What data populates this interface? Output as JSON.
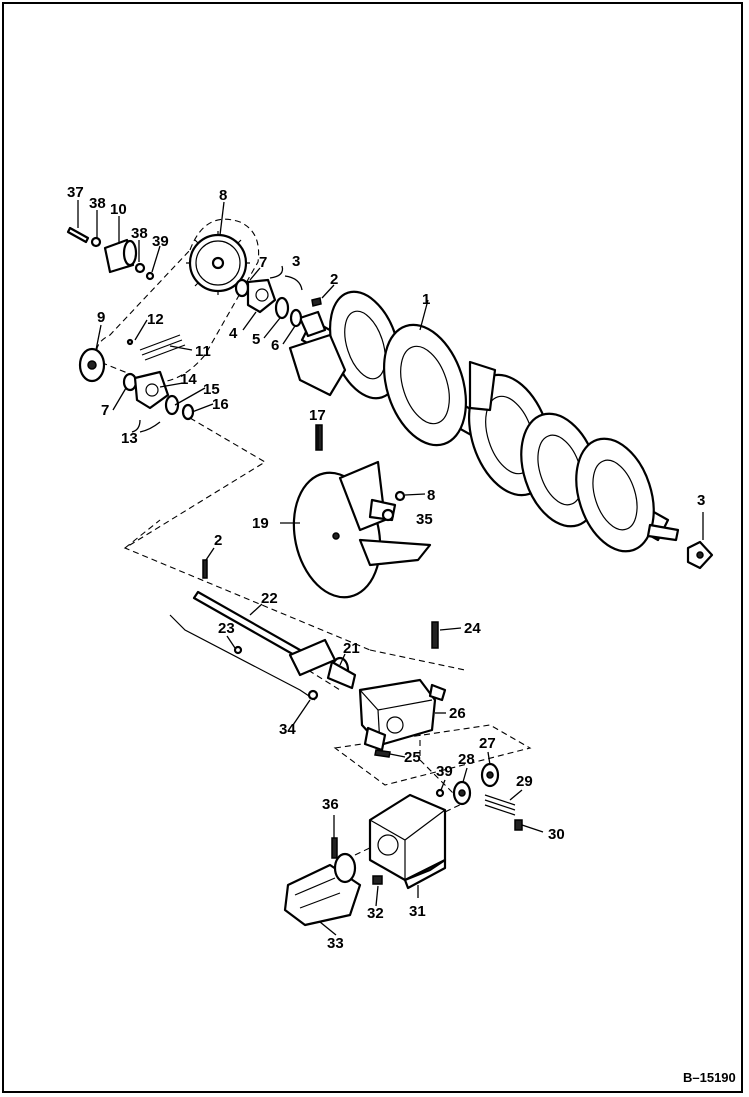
{
  "diagram": {
    "figure_id": "B–15190",
    "callouts": {
      "c1": "1",
      "c2a": "2",
      "c2b": "2",
      "c3a": "3",
      "c3b": "3",
      "c4": "4",
      "c5": "5",
      "c6": "6",
      "c7a": "7",
      "c7b": "7",
      "c8a": "8",
      "c8b": "8",
      "c9": "9",
      "c10": "10",
      "c11": "11",
      "c12": "12",
      "c13": "13",
      "c14": "14",
      "c15": "15",
      "c16": "16",
      "c17": "17",
      "c19": "19",
      "c21": "21",
      "c22": "22",
      "c23": "23",
      "c24": "24",
      "c25": "25",
      "c26": "26",
      "c27": "27",
      "c28": "28",
      "c29": "29",
      "c30": "30",
      "c31": "31",
      "c32": "32",
      "c33": "33",
      "c34": "34",
      "c35": "35",
      "c36": "36",
      "c37": "37",
      "c38a": "38",
      "c38b": "38",
      "c39a": "39",
      "c39b": "39"
    }
  }
}
